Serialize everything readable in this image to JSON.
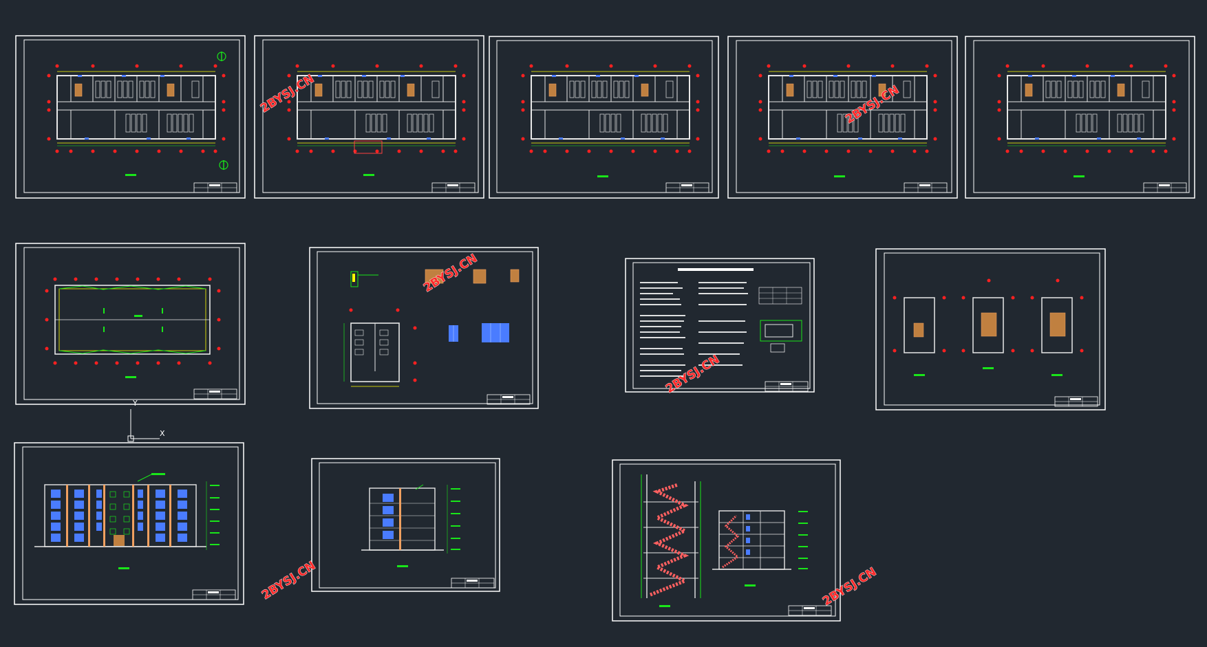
{
  "viewport": {
    "background": "#212830"
  },
  "watermark": {
    "text": "2BYSJ.CN",
    "color": "#ff2a2a"
  },
  "ucs": {
    "x_label": "X",
    "y_label": "Y"
  },
  "colors": {
    "frame": "#ffffff",
    "wall": "#e8e8e8",
    "axis_bubble": "#ff2020",
    "dimension": "#ffff00",
    "green": "#19e619",
    "blue": "#4a7cff",
    "stair": "#f0a060",
    "section_red": "#ff6060"
  },
  "sheets": {
    "floor_plan_1": {
      "kind": "floor-plan"
    },
    "floor_plan_2": {
      "kind": "floor-plan"
    },
    "floor_plan_3": {
      "kind": "floor-plan"
    },
    "floor_plan_4": {
      "kind": "floor-plan"
    },
    "floor_plan_5": {
      "kind": "floor-plan"
    },
    "roof_plan": {
      "kind": "roof-plan"
    },
    "details": {
      "kind": "detail-drawings"
    },
    "design_notes": {
      "kind": "design-notes"
    },
    "stair_plans": {
      "kind": "stair-plans"
    },
    "front_elevation": {
      "kind": "elevation"
    },
    "side_elevation": {
      "kind": "elevation"
    },
    "sections": {
      "kind": "sections"
    }
  }
}
